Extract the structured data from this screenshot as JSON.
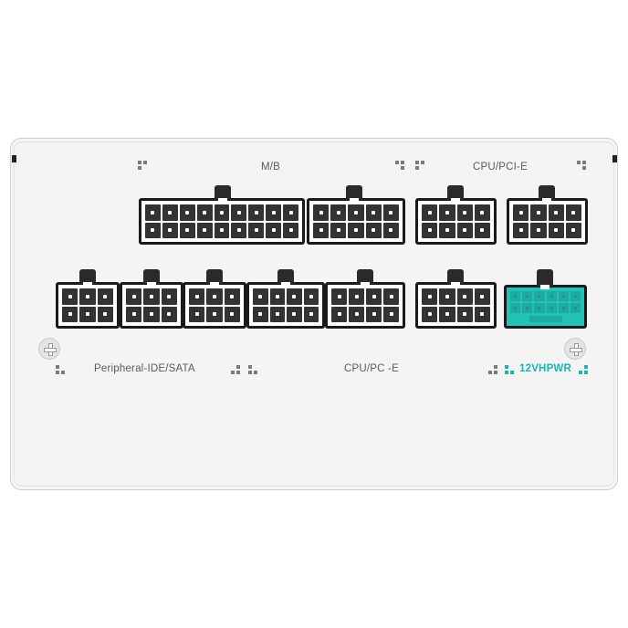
{
  "product": "Modular PSU connector panel",
  "labels": {
    "mb": "M/B",
    "cpu_pcie_top": "CPU/PCI-E",
    "peripheral": "Peripheral-IDE/SATA",
    "cpu_pcie_bottom": "CPU/PC -E",
    "hpwr": "12VHPWR"
  },
  "colors": {
    "accent": "#1fb3b0",
    "connector_body": "#1a1a1a",
    "panel": "#f4f4f4"
  },
  "connectors": {
    "top_row": [
      {
        "group": "M/B",
        "pins": 18,
        "cols": 9,
        "rows": 2
      },
      {
        "group": "M/B",
        "pins": 10,
        "cols": 5,
        "rows": 2
      },
      {
        "group": "CPU/PCI-E",
        "pins": 8,
        "cols": 4,
        "rows": 2
      },
      {
        "group": "CPU/PCI-E",
        "pins": 8,
        "cols": 4,
        "rows": 2
      }
    ],
    "bottom_row": [
      {
        "group": "Peripheral-IDE/SATA",
        "pins": 6,
        "cols": 3,
        "rows": 2
      },
      {
        "group": "Peripheral-IDE/SATA",
        "pins": 6,
        "cols": 3,
        "rows": 2
      },
      {
        "group": "Peripheral-IDE/SATA",
        "pins": 6,
        "cols": 3,
        "rows": 2
      },
      {
        "group": "CPU/PCI-E",
        "pins": 8,
        "cols": 4,
        "rows": 2
      },
      {
        "group": "CPU/PCI-E",
        "pins": 8,
        "cols": 4,
        "rows": 2
      },
      {
        "group": "CPU/PCI-E",
        "pins": 8,
        "cols": 4,
        "rows": 2
      },
      {
        "group": "12VHPWR",
        "pins": 12,
        "cols": 6,
        "rows": 2
      }
    ]
  }
}
